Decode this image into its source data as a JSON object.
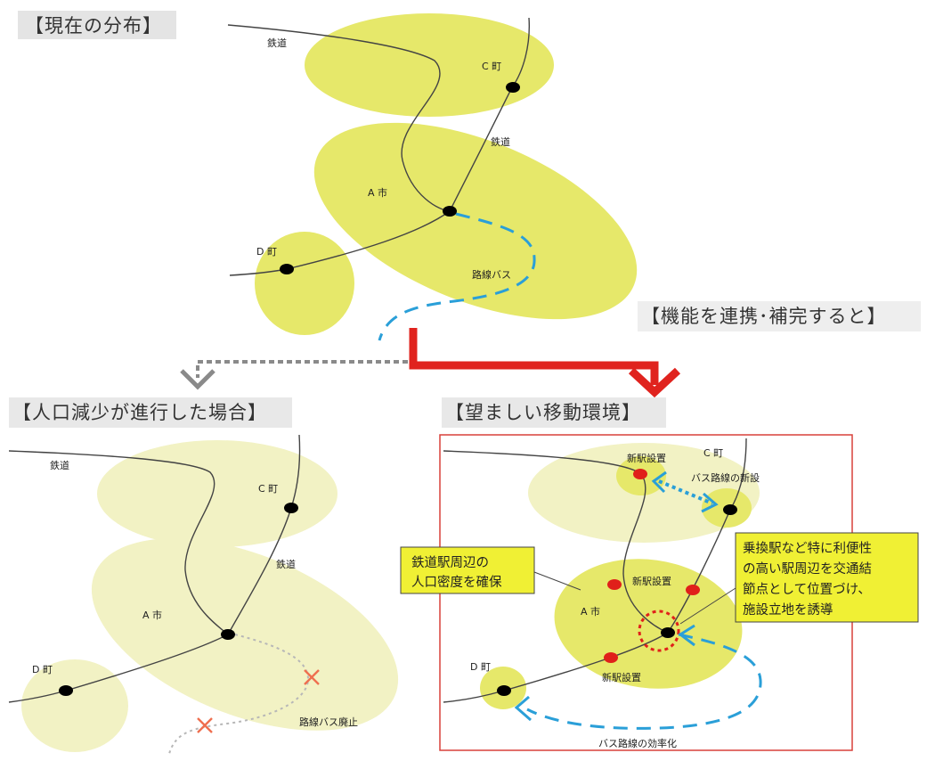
{
  "sections": {
    "current": {
      "heading": "【現在の分布】",
      "labels": {
        "railway_1": "鉄道",
        "railway_2": "鉄道",
        "town_c": "C 町",
        "city_a": "A 市",
        "town_d": "D 町",
        "route_bus": "路線バス"
      }
    },
    "depopulation": {
      "heading": "【人口減少が進行した場合】",
      "labels": {
        "railway_1": "鉄道",
        "railway_2": "鉄道",
        "town_c": "C 町",
        "city_a": "A 市",
        "town_d": "D 町",
        "bus_abolished": "路線バス廃止"
      }
    },
    "link_note": "【機能を連携･補完すると】",
    "desirable": {
      "heading": "【望ましい移動環境】",
      "labels": {
        "new_station_1": "新駅設置",
        "new_station_2": "新駅設置",
        "new_station_3": "新駅設置",
        "town_c": "C 町",
        "new_bus_route": "バス路線の新設",
        "city_a": "A 市",
        "town_d": "D 町",
        "bus_efficiency": "バス路線の効率化"
      },
      "callout_left": [
        "鉄道駅周辺の",
        "人口密度を確保"
      ],
      "callout_right": [
        "乗換駅など特に利便性",
        "の高い駅周辺を交通結",
        "節点として位置づけ、",
        "施設立地を誘導"
      ]
    }
  },
  "colors": {
    "area_strong": "#e6e86a",
    "area_faded": "#f2f2c4",
    "station": "#000000",
    "new_station": "#e0201a",
    "bus_route": "#2a9fd8",
    "main_arrow": "#e0231e",
    "gray_arrow": "#8a8a8a",
    "frame": "#d8413a",
    "callout_fill": "#f0f034",
    "cross": "#ef6f4f"
  }
}
